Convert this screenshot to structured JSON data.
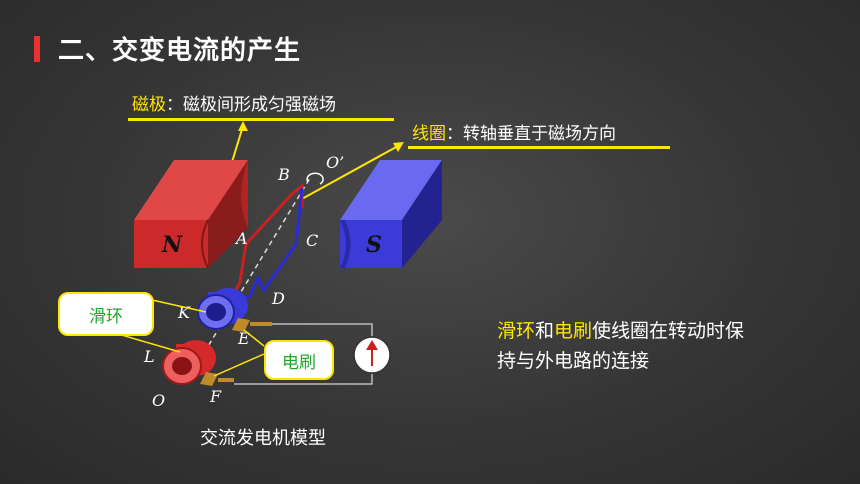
{
  "title": "二、交变电流的产生",
  "magnet_label": {
    "term": "磁极",
    "desc": "：磁极间形成匀强磁场"
  },
  "coil_label": {
    "term": "线圈",
    "desc": "：转轴垂直于磁场方向"
  },
  "slip_ring_label": "滑环",
  "brush_label": "电刷",
  "pole_n": "N",
  "pole_s": "S",
  "points": {
    "A": "A",
    "B": "B",
    "C": "C",
    "D": "D",
    "E": "E",
    "F": "F",
    "K": "K",
    "L": "L",
    "O": "O",
    "O_prime": "O’"
  },
  "note": {
    "part1": "滑环",
    "part2": "和",
    "part3": "电刷",
    "part4": "使线圈在转动时保",
    "line2": "持与外电路的连接"
  },
  "caption": "交流发电机模型",
  "colors": {
    "accent_red": "#e8322e",
    "highlight_yellow": "#ffe600",
    "label_green": "#1fa62d",
    "magnet_n": "#d42a2a",
    "magnet_s": "#3b3bd8"
  }
}
